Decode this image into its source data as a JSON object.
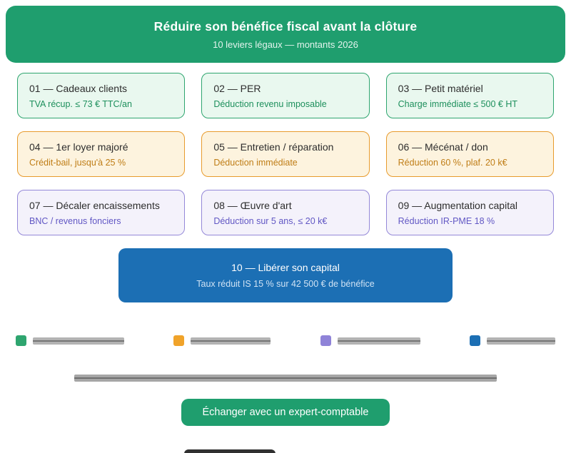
{
  "header": {
    "title": "Réduire son bénéfice fiscal avant la clôture",
    "subtitle": "10 leviers légaux — montants 2026"
  },
  "cards": [
    {
      "title": "01 — Cadeaux clients",
      "subtitle": "TVA récup. ≤ 73 € TTC/an",
      "group": "green"
    },
    {
      "title": "02 — PER",
      "subtitle": "Déduction revenu imposable",
      "group": "green"
    },
    {
      "title": "03 — Petit matériel",
      "subtitle": "Charge immédiate ≤ 500 € HT",
      "group": "green"
    },
    {
      "title": "04 — 1er loyer majoré",
      "subtitle": "Crédit-bail, jusqu'à 25 %",
      "group": "orange"
    },
    {
      "title": "05 — Entretien / réparation",
      "subtitle": "Déduction immédiate",
      "group": "orange"
    },
    {
      "title": "06 — Mécénat / don",
      "subtitle": "Réduction 60 %, plaf. 20 k€",
      "group": "orange"
    },
    {
      "title": "07 — Décaler encaissements",
      "subtitle": "BNC / revenus fonciers",
      "group": "purple"
    },
    {
      "title": "08 — Œuvre d'art",
      "subtitle": "Déduction sur 5 ans, ≤ 20 k€",
      "group": "purple"
    },
    {
      "title": "09 — Augmentation capital",
      "subtitle": "Réduction IR-PME 18 %",
      "group": "purple"
    }
  ],
  "highlight_card": {
    "title": "10 — Libérer son capital",
    "subtitle": "Taux réduit IS 15 % sur 42 500 € de bénéfice"
  },
  "legend": {
    "swatch_colors": [
      "#2EA56F",
      "#F0A32A",
      "#8F83D8",
      "#1C6FB4"
    ],
    "labels_legible": false
  },
  "cta": {
    "label": "Échanger avec un expert-comptable"
  },
  "colors": {
    "header_green": "#1F9E6E",
    "green_bg": "#E9F8EF",
    "green_border": "#2EA56F",
    "green_text": "#1D8F5C",
    "orange_bg": "#FDF3DE",
    "orange_border": "#E89B2D",
    "orange_text": "#BF7D16",
    "purple_bg": "#F4F2FB",
    "purple_border": "#9488D8",
    "purple_text": "#6157C4",
    "blue": "#1C6FB4"
  }
}
